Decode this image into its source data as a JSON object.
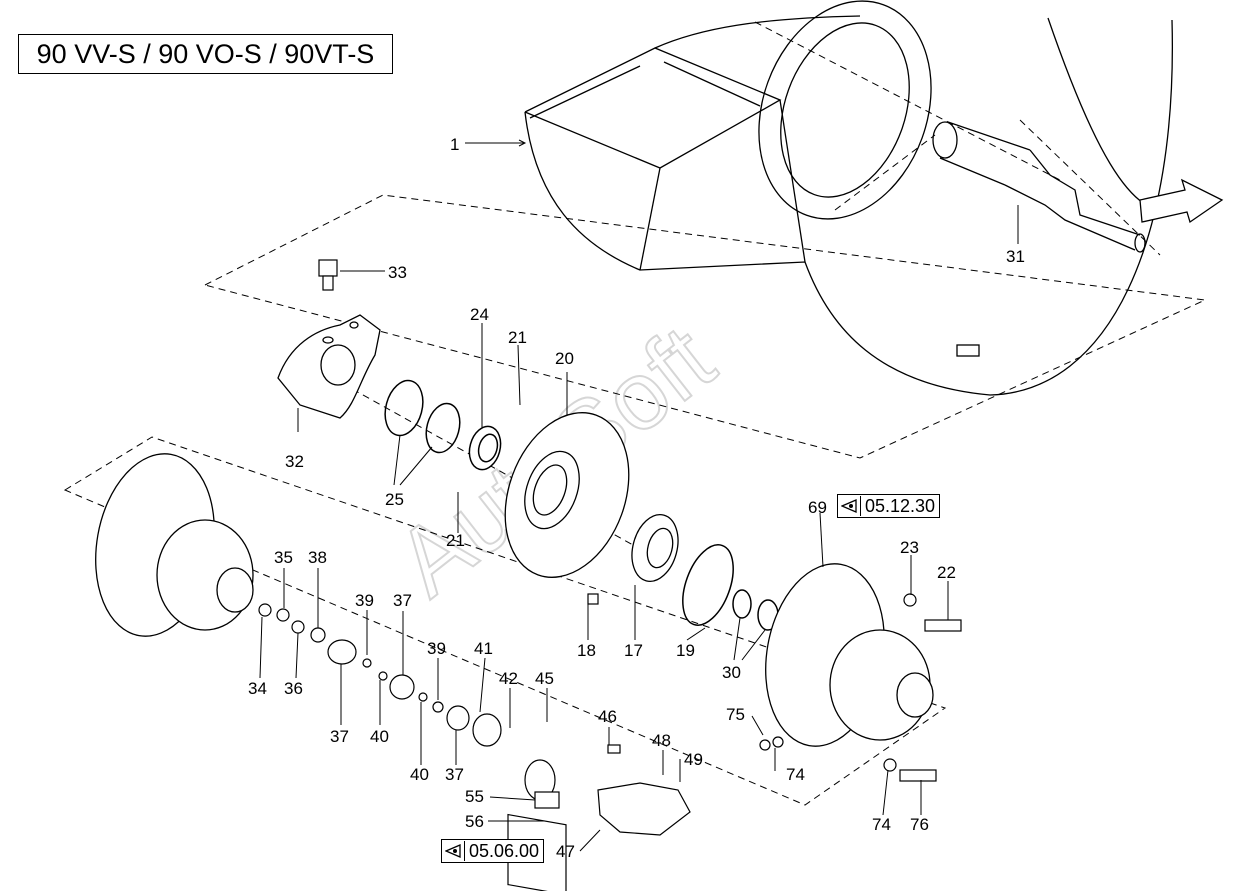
{
  "title": "90 VV-S / 90 VO-S / 90VT-S",
  "watermark": "AutoSoft",
  "references": [
    {
      "id": "ref-05-12-30",
      "text": "05.12.30",
      "icon": "page-ref-icon"
    },
    {
      "id": "ref-05-06-00",
      "text": "05.06.00",
      "icon": "page-ref-icon"
    }
  ],
  "callouts": [
    "1",
    "31",
    "33",
    "24",
    "21",
    "20",
    "32",
    "25",
    "21",
    "69",
    "23",
    "22",
    "35",
    "38",
    "39",
    "37",
    "39",
    "41",
    "42",
    "45",
    "46",
    "48",
    "49",
    "34",
    "36",
    "37",
    "40",
    "40",
    "37",
    "18",
    "17",
    "19",
    "30",
    "75",
    "74",
    "74",
    "76",
    "55",
    "56",
    "47"
  ],
  "colors": {
    "line": "#000000",
    "watermark": "#d6d6d6",
    "background": "#ffffff"
  }
}
